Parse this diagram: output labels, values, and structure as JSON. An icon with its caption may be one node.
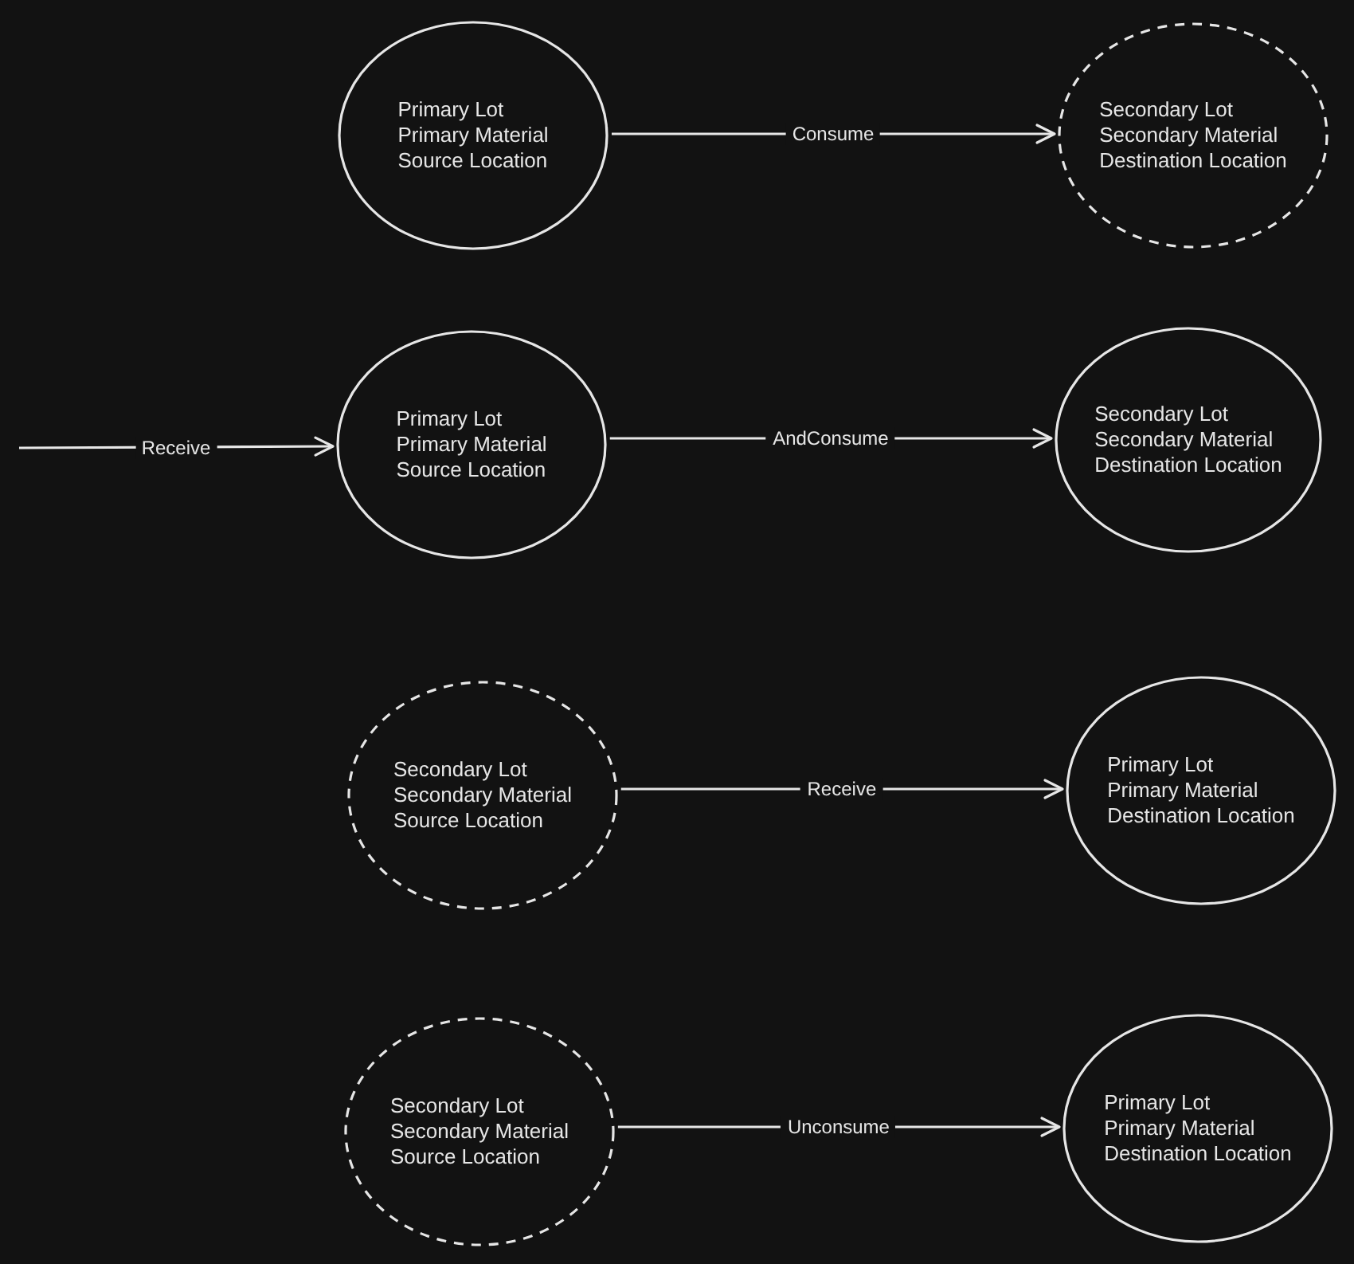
{
  "diagram": {
    "nodes": [
      {
        "text": [
          "Primary Lot",
          "Primary Material",
          "Source Location"
        ]
      },
      {
        "text": [
          "Secondary Lot",
          "Secondary Material",
          "Destination Location"
        ]
      },
      {
        "text": [
          "Primary Lot",
          "Primary Material",
          "Source Location"
        ]
      },
      {
        "text": [
          "Secondary Lot",
          "Secondary Material",
          "Destination Location"
        ]
      },
      {
        "text": [
          "Secondary Lot",
          "Secondary Material",
          "Source Location"
        ]
      },
      {
        "text": [
          "Primary Lot",
          "Primary Material",
          "Destination Location"
        ]
      },
      {
        "text": [
          "Secondary Lot",
          "Secondary Material",
          "Source Location"
        ]
      },
      {
        "text": [
          "Primary Lot",
          "Primary Material",
          "Destination Location"
        ]
      }
    ],
    "edges": [
      {
        "from": 0,
        "to": 1,
        "arrow": "to",
        "label": "Consume"
      },
      {
        "from": 2,
        "to": 3,
        "arrow": "to",
        "label": "AndConsume"
      },
      {
        "from": null,
        "to": 2,
        "arrow": "to",
        "label": "Receive"
      },
      {
        "from": 4,
        "to": 5,
        "arrow": "to",
        "label": "Receive"
      },
      {
        "from": 6,
        "to": 7,
        "arrow": "to",
        "label": "Unconsume"
      }
    ]
  }
}
